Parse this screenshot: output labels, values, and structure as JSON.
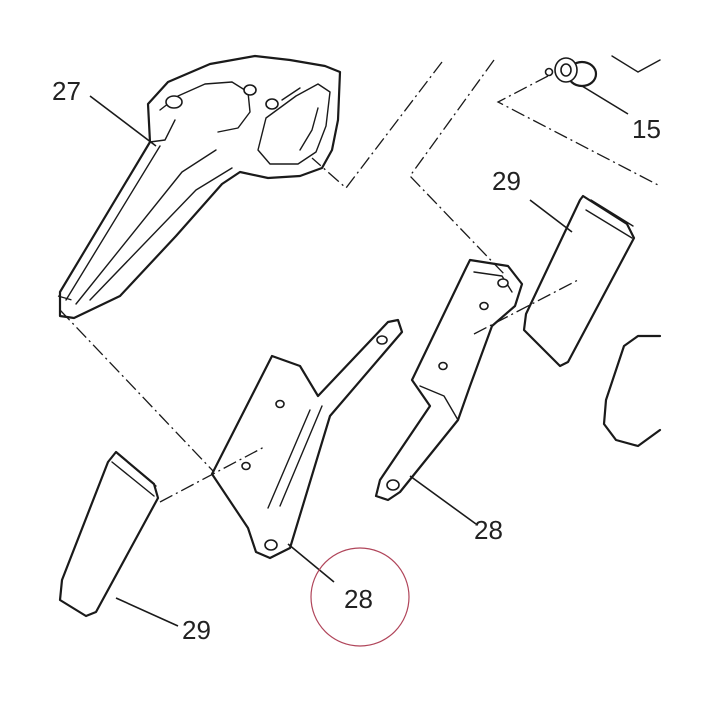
{
  "diagram": {
    "callouts": {
      "bracket_27": "27",
      "washer_15": "15",
      "pad_upper": "29",
      "pad_lower": "29",
      "plate_right": "28",
      "plate_left": "28"
    },
    "colors": {
      "line": "#1a1a1a",
      "highlight_circle": "#b0455a"
    }
  }
}
